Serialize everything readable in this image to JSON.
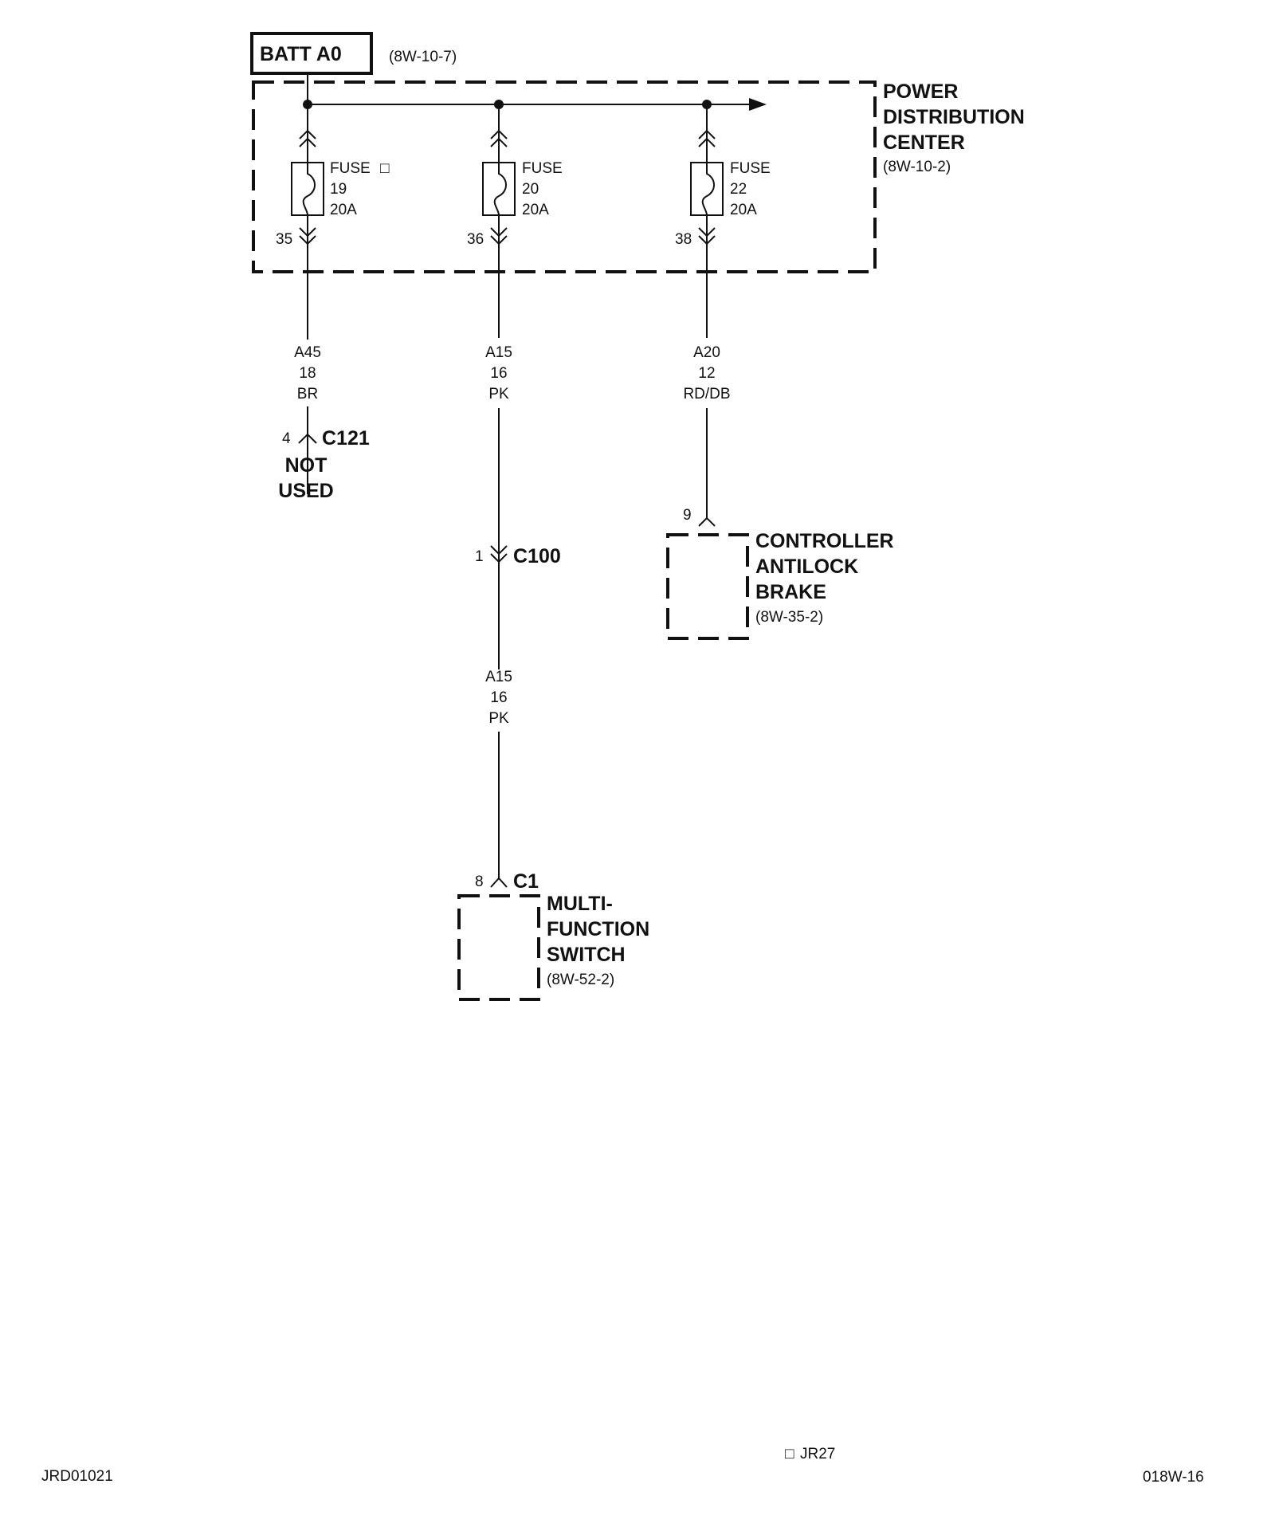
{
  "batt": {
    "label": "BATT A0",
    "ref": "(8W-10-7)"
  },
  "pdc": {
    "line1": "POWER",
    "line2": "DISTRIBUTION",
    "line3": "CENTER",
    "ref": "(8W-10-2)"
  },
  "fuses": [
    {
      "word": "FUSE",
      "num": "19",
      "amp": "20A",
      "pin": "35",
      "marker": "□"
    },
    {
      "word": "FUSE",
      "num": "20",
      "amp": "20A",
      "pin": "36"
    },
    {
      "word": "FUSE",
      "num": "22",
      "amp": "20A",
      "pin": "38"
    }
  ],
  "wires": [
    {
      "circuit": "A45",
      "gauge": "18",
      "color": "BR"
    },
    {
      "circuit": "A15",
      "gauge": "16",
      "color": "PK"
    },
    {
      "circuit": "A20",
      "gauge": "12",
      "color": "RD/DB"
    },
    {
      "circuit": "A15",
      "gauge": "16",
      "color": "PK"
    }
  ],
  "c121": {
    "pin": "4",
    "name": "C121",
    "note1": "NOT",
    "note2": "USED"
  },
  "c100": {
    "pin": "1",
    "name": "C100"
  },
  "abs": {
    "pin": "9",
    "line1": "CONTROLLER",
    "line2": "ANTILOCK",
    "line3": "BRAKE",
    "ref": "(8W-35-2)"
  },
  "mfs": {
    "pin": "8",
    "connector": "C1",
    "line1": "MULTI-",
    "line2": "FUNCTION",
    "line3": "SWITCH",
    "ref": "(8W-52-2)"
  },
  "footer": {
    "left": "JRD01021",
    "center": "JR27",
    "center_marker": "□",
    "right": "018W-16"
  }
}
